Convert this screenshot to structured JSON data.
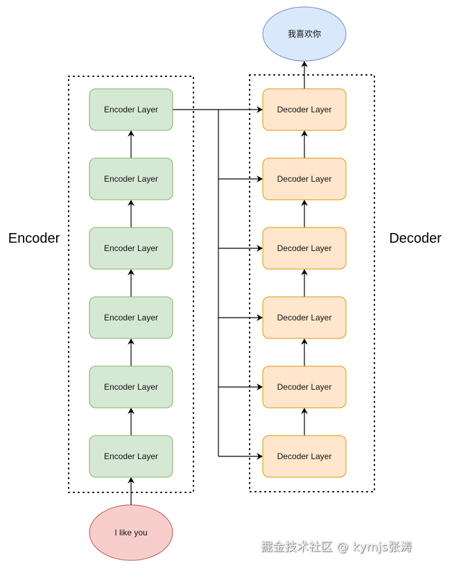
{
  "diagram": {
    "title_output": "我喜欢你",
    "input": "I like you",
    "encoder_label": "Encoder",
    "decoder_label": "Decoder",
    "encoder_layers": [
      "Encoder Layer",
      "Encoder Layer",
      "Encoder Layer",
      "Encoder Layer",
      "Encoder Layer",
      "Encoder Layer"
    ],
    "decoder_layers": [
      "Decoder Layer",
      "Decoder Layer",
      "Decoder Layer",
      "Decoder Layer",
      "Decoder Layer",
      "Decoder Layer"
    ],
    "colors": {
      "encoder_fill": "#d5e8d4",
      "encoder_stroke": "#82b366",
      "decoder_fill": "#ffe6cc",
      "decoder_stroke": "#d79b00",
      "output_fill": "#dae8fc",
      "output_stroke": "#6c8ebf",
      "input_fill": "#f8cecc",
      "input_stroke": "#b85450"
    }
  },
  "watermark": "掘金技术社区 @ kymjs张涛"
}
